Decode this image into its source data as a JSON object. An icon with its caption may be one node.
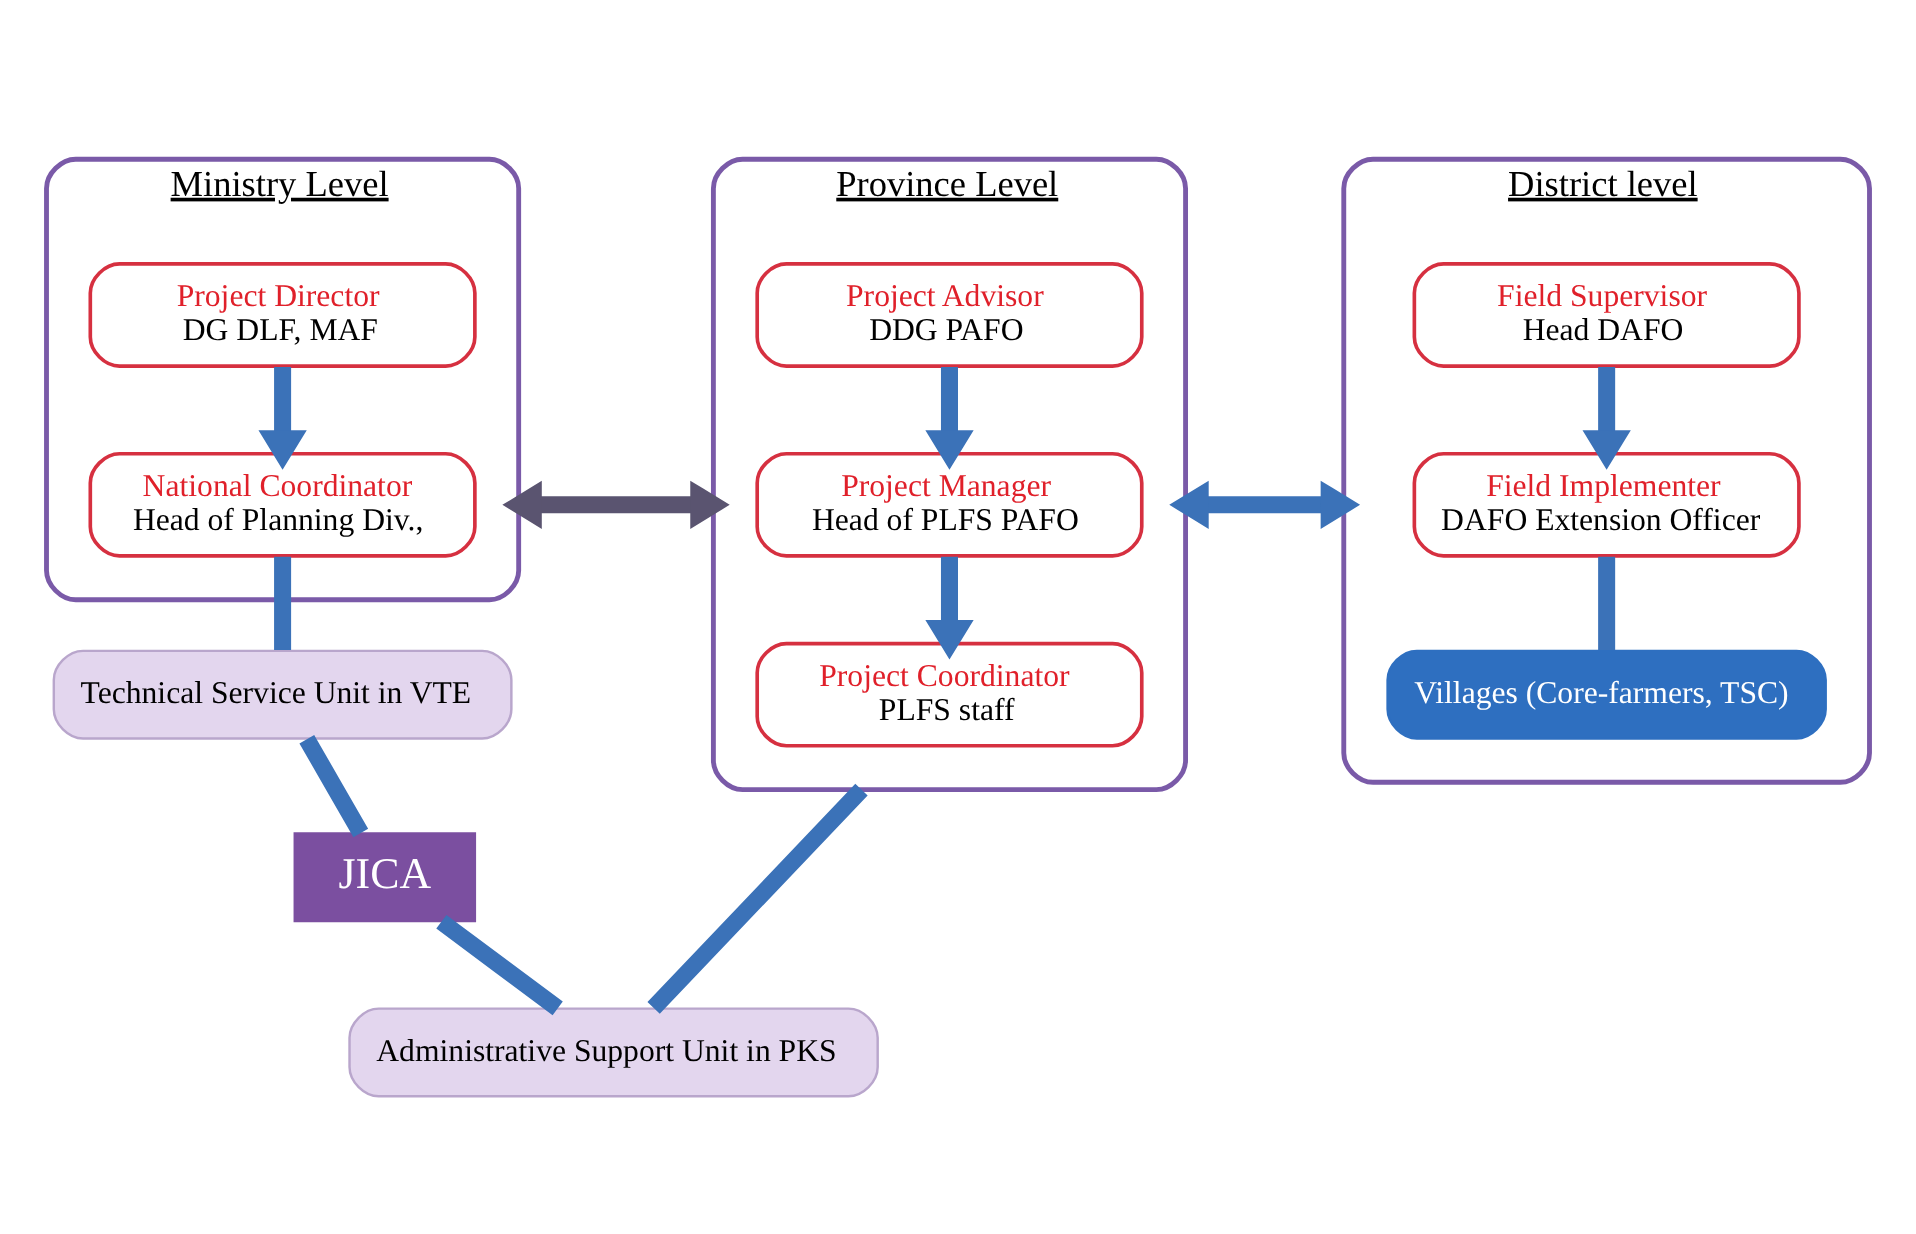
{
  "diagram": {
    "nodes": [
      {
        "text": [
          "Ministry Level"
        ]
      },
      {
        "text": [
          "Project Director",
          "DG DLF, MAF"
        ],
        "in": 0
      },
      {
        "text": [
          "National Coordinator",
          "Head of Planning Div.,"
        ],
        "in": 0
      },
      {
        "text": [
          "Province Level"
        ]
      },
      {
        "text": [
          "Project Advisor",
          "DDG PAFO"
        ],
        "in": 3
      },
      {
        "text": [
          "Project Manager",
          "Head of PLFS PAFO"
        ],
        "in": 3
      },
      {
        "text": [
          "Project Coordinator",
          "PLFS staff"
        ],
        "in": 3
      },
      {
        "text": [
          "District level"
        ]
      },
      {
        "text": [
          "Field Supervisor",
          "Head DAFO"
        ],
        "in": 7
      },
      {
        "text": [
          "Field Implementer",
          "DAFO Extension Officer"
        ],
        "in": 7
      },
      {
        "text": [
          "Villages (Core-farmers, TSC)"
        ],
        "in": 7
      },
      {
        "text": [
          "Technical Service Unit in VTE"
        ]
      },
      {
        "text": [
          "JICA"
        ]
      },
      {
        "text": [
          "Administrative Support Unit in PKS"
        ]
      }
    ],
    "edges": [
      {
        "from": 1,
        "to": 2,
        "arrow": "to"
      },
      {
        "from": 0,
        "to": 3,
        "arrow": "both",
        "color": "#5a5470"
      },
      {
        "from": 4,
        "to": 5,
        "arrow": "to"
      },
      {
        "from": 5,
        "to": 6,
        "arrow": "to"
      },
      {
        "from": 3,
        "to": 7,
        "arrow": "both"
      },
      {
        "from": 8,
        "to": 9,
        "arrow": "to"
      },
      {
        "from": 2,
        "to": 11,
        "arrow": "none"
      },
      {
        "from": 3,
        "to": 13,
        "arrow": "none"
      },
      {
        "from": 9,
        "to": 10,
        "arrow": "none"
      },
      {
        "from": 11,
        "to": 12,
        "arrow": "none"
      },
      {
        "from": 12,
        "to": 13,
        "arrow": "none"
      }
    ]
  }
}
